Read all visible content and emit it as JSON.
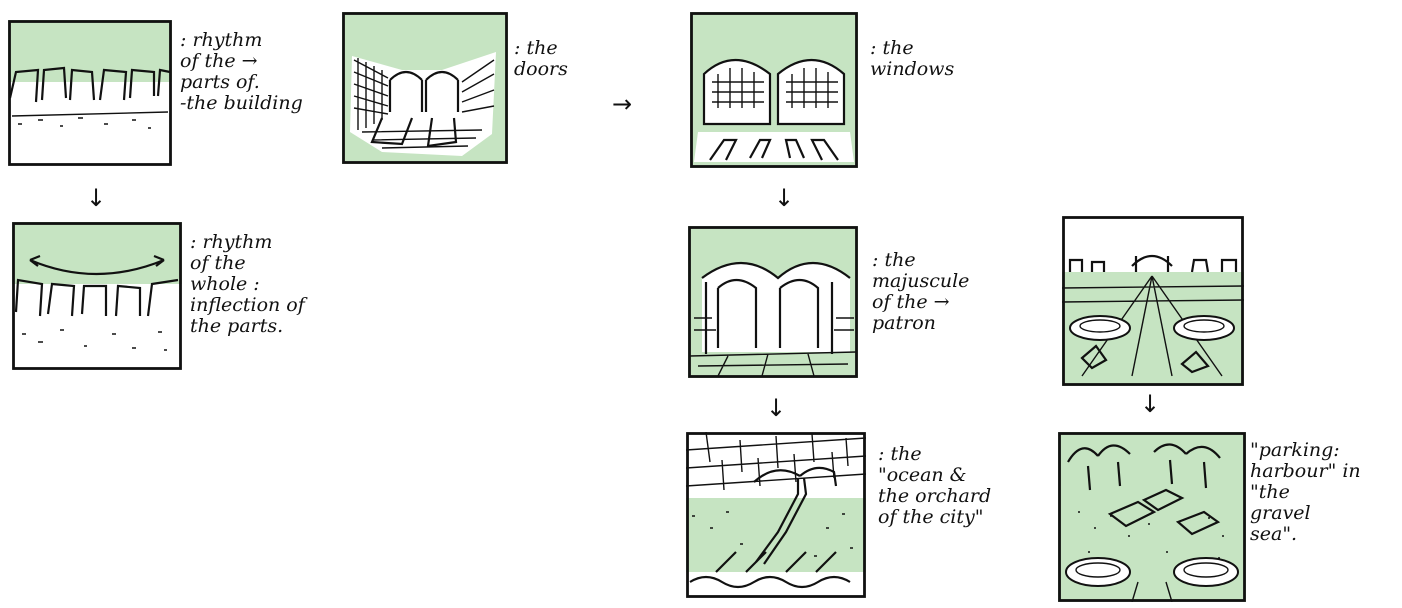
{
  "colors": {
    "sky_green": "#c6e4c2",
    "ink": "#111111",
    "paper": "#ffffff"
  },
  "panels": {
    "p1": {
      "note": [
        ": rhythm",
        "of the →",
        "parts of.",
        "-the building"
      ]
    },
    "p2": {
      "note": [
        ": rhythm",
        "of the",
        "whole :",
        "inflection of",
        "the parts."
      ]
    },
    "p3": {
      "note": [
        ": the",
        "doors"
      ]
    },
    "p4": {
      "note": [
        ": the",
        "windows"
      ]
    },
    "p5": {
      "note": [
        ": the",
        "majuscule",
        "of the →",
        "patron"
      ]
    },
    "p6": {
      "note": [
        ": the",
        "\"ocean &",
        "the orchard",
        "of the city\""
      ]
    },
    "p7": {
      "note": []
    },
    "p8": {
      "note": [
        "\"parking:",
        "harbour\" in",
        "\"the",
        "gravel",
        "sea\"."
      ]
    }
  },
  "arrows": {
    "right": "→",
    "down": "↓"
  }
}
